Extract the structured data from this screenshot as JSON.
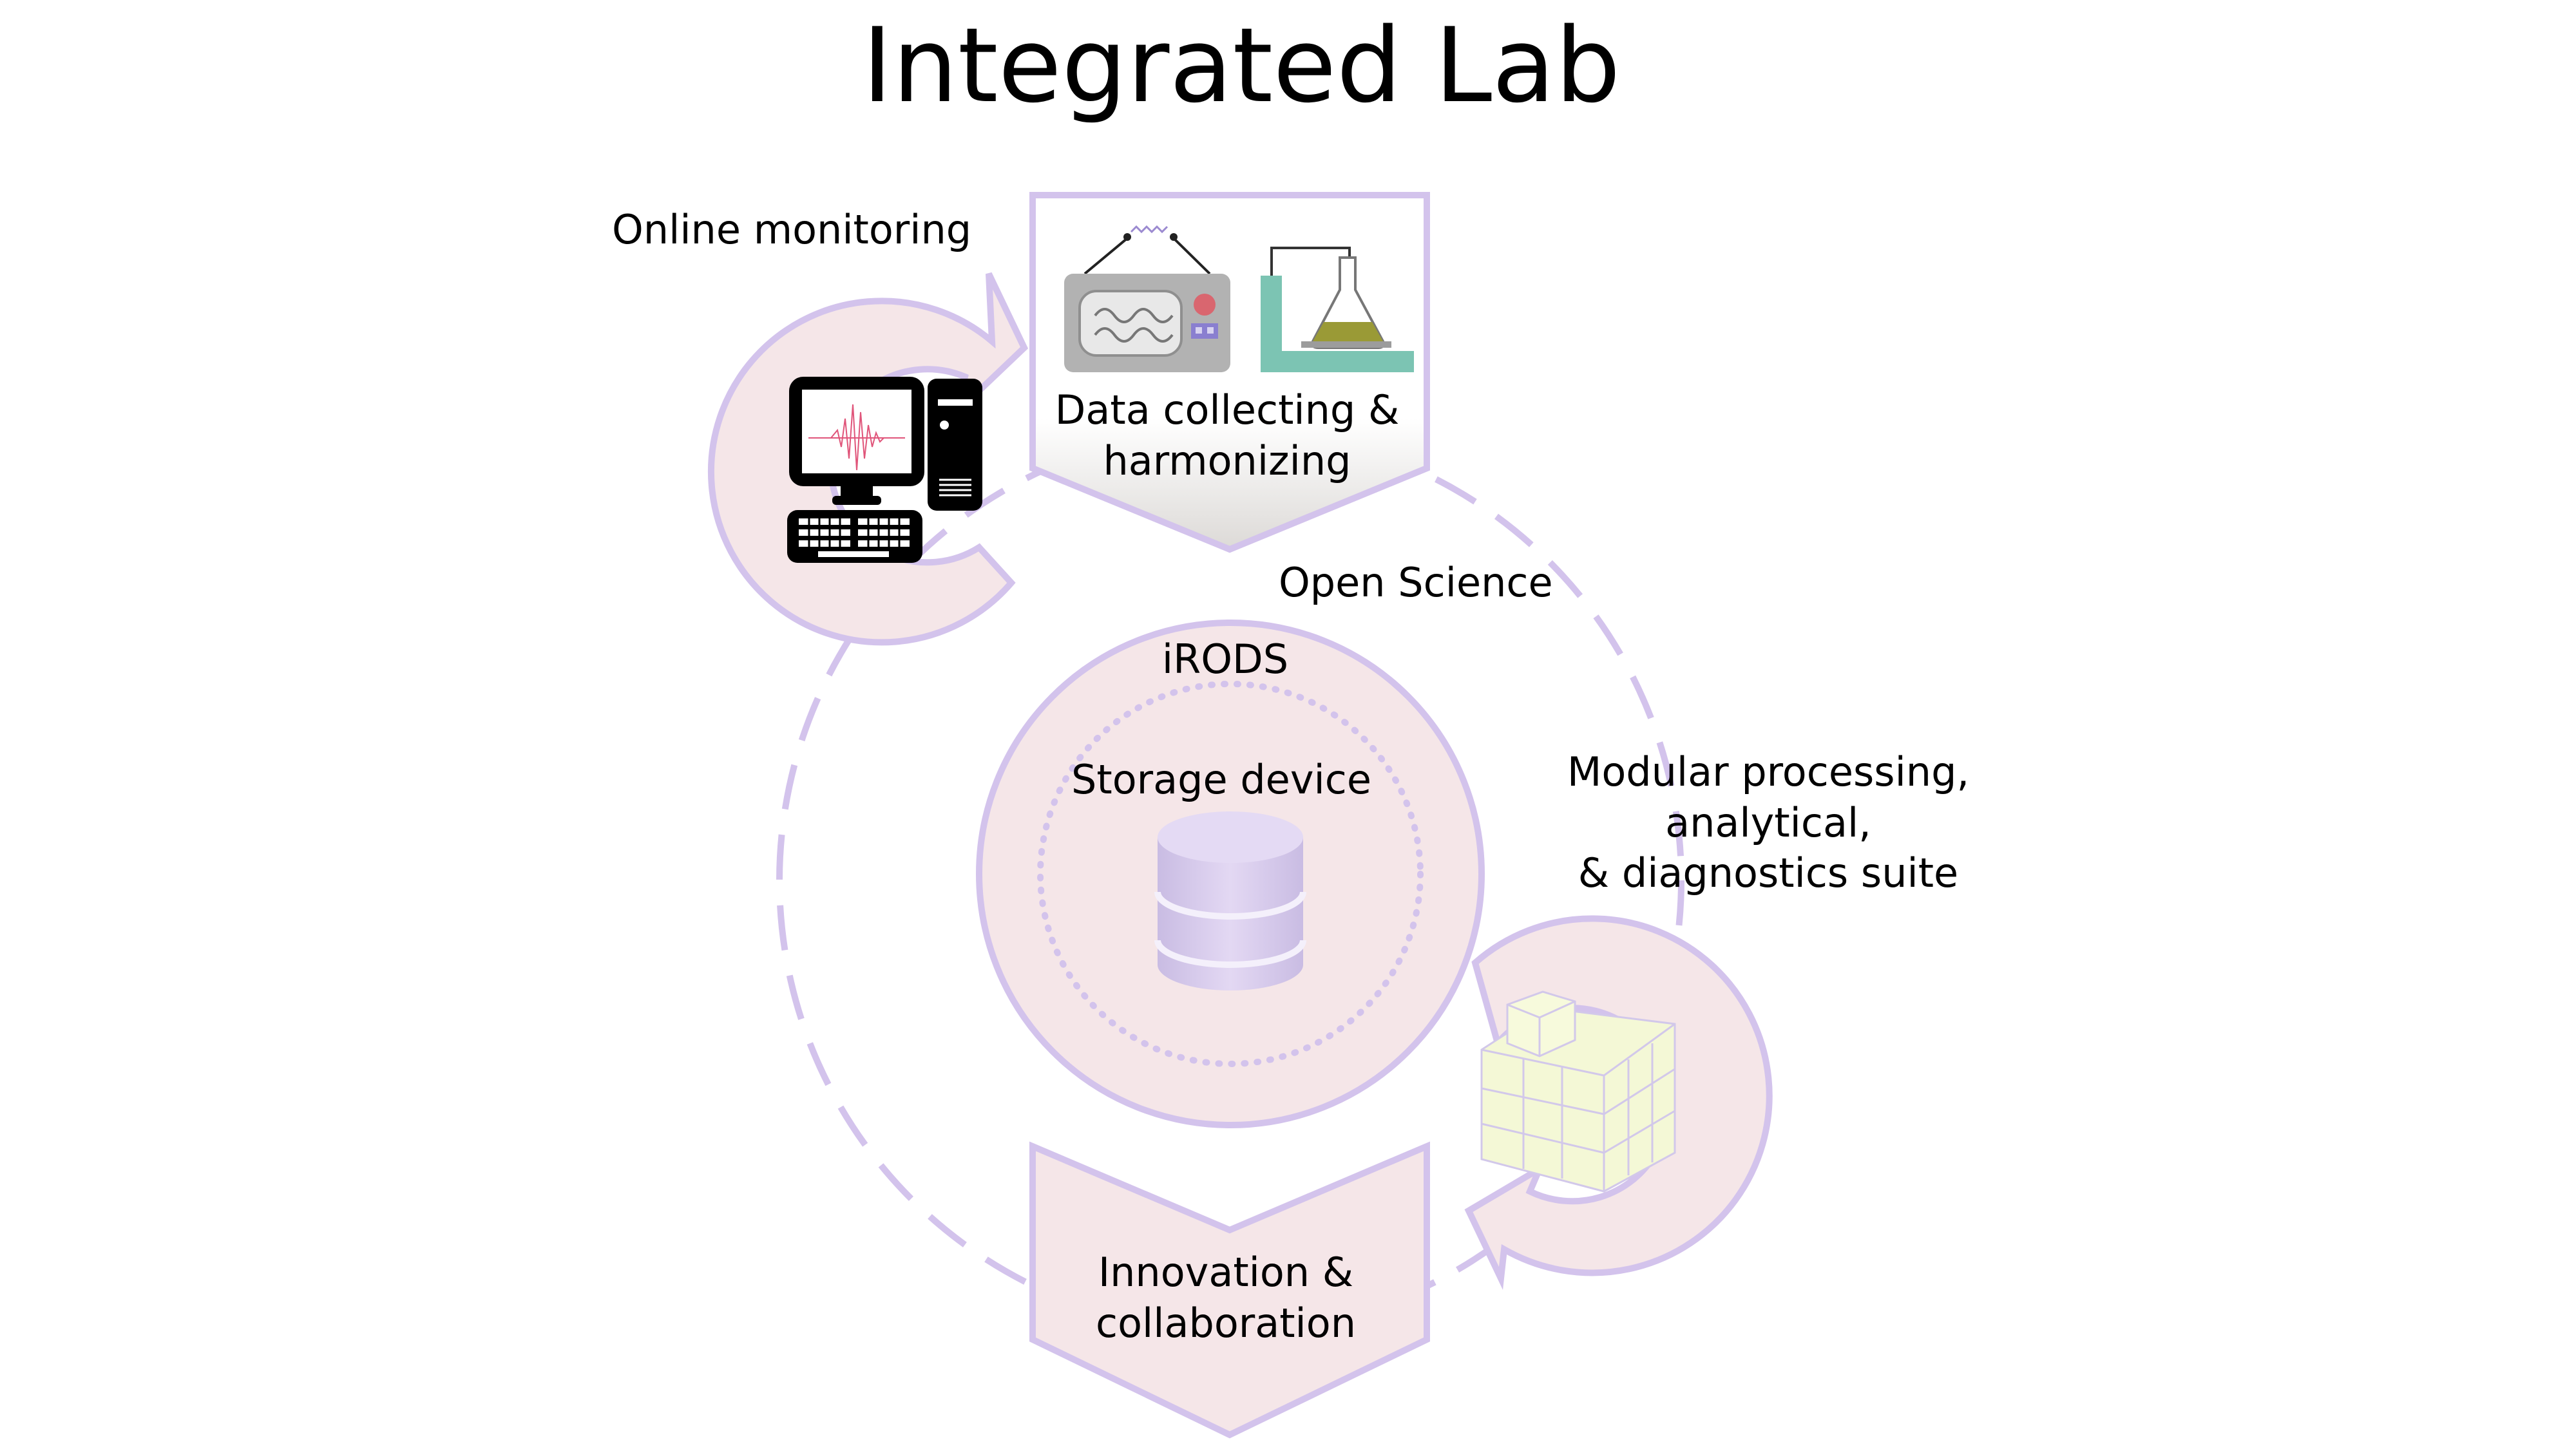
{
  "title": "Integrated Lab",
  "nodes": {
    "online_monitoring": "Online monitoring",
    "data_collecting": "Data collecting &\nharmonizing",
    "open_science": "Open Science",
    "irods": "iRODS",
    "storage_device": "Storage device",
    "modular_suite": "Modular processing,\nanalytical,\n& diagnostics suite",
    "innovation": "Innovation &\ncollaboration"
  },
  "icons": {
    "computer": "computer-workstation-icon",
    "oscilloscope": "oscilloscope-icon",
    "lab_flask": "lab-flask-icon",
    "database": "database-icon",
    "cube": "modular-cube-icon"
  },
  "colors": {
    "outline": "#d3c3ec",
    "fill": "#f5e6e8",
    "database": "#ddd0f0",
    "cube": "#f4f8d6",
    "stand": "#7cc4b3",
    "liquid": "#9a9a36",
    "device": "#b2b2b2",
    "signal": "#e0557a"
  }
}
